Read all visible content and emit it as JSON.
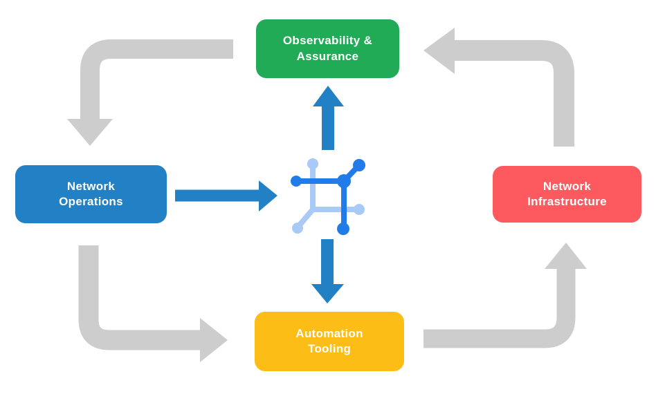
{
  "diagram": {
    "nodes": [
      {
        "id": "observability",
        "label": "Observability & Assurance",
        "color": "#21ab57"
      },
      {
        "id": "network-operations",
        "label": "Network Operations",
        "color": "#2181c4"
      },
      {
        "id": "network-infrastructure",
        "label": "Network Infrastructure",
        "color": "#fc5a5f"
      },
      {
        "id": "automation-tooling",
        "label": "Automation Tooling",
        "color": "#fcbd17"
      }
    ],
    "center_icon": "network-mesh-icon",
    "flows": [
      {
        "from": "observability",
        "to": "network-operations",
        "style": "gray-elbow"
      },
      {
        "from": "network-operations",
        "to": "automation-tooling",
        "style": "gray-elbow"
      },
      {
        "from": "automation-tooling",
        "to": "network-infrastructure",
        "style": "gray-elbow"
      },
      {
        "from": "network-infrastructure",
        "to": "observability",
        "style": "gray-elbow"
      },
      {
        "from": "network-operations",
        "to": "center",
        "style": "blue-straight"
      },
      {
        "from": "center",
        "to": "observability",
        "style": "blue-straight"
      },
      {
        "from": "center",
        "to": "automation-tooling",
        "style": "blue-straight"
      }
    ],
    "colors": {
      "background": "#ffffff",
      "arrow_gray": "#cdcdcd",
      "arrow_blue": "#2181c4",
      "icon_blue": "#217be8",
      "icon_light_blue": "#a9c9f7",
      "text": "#ffffff"
    }
  }
}
